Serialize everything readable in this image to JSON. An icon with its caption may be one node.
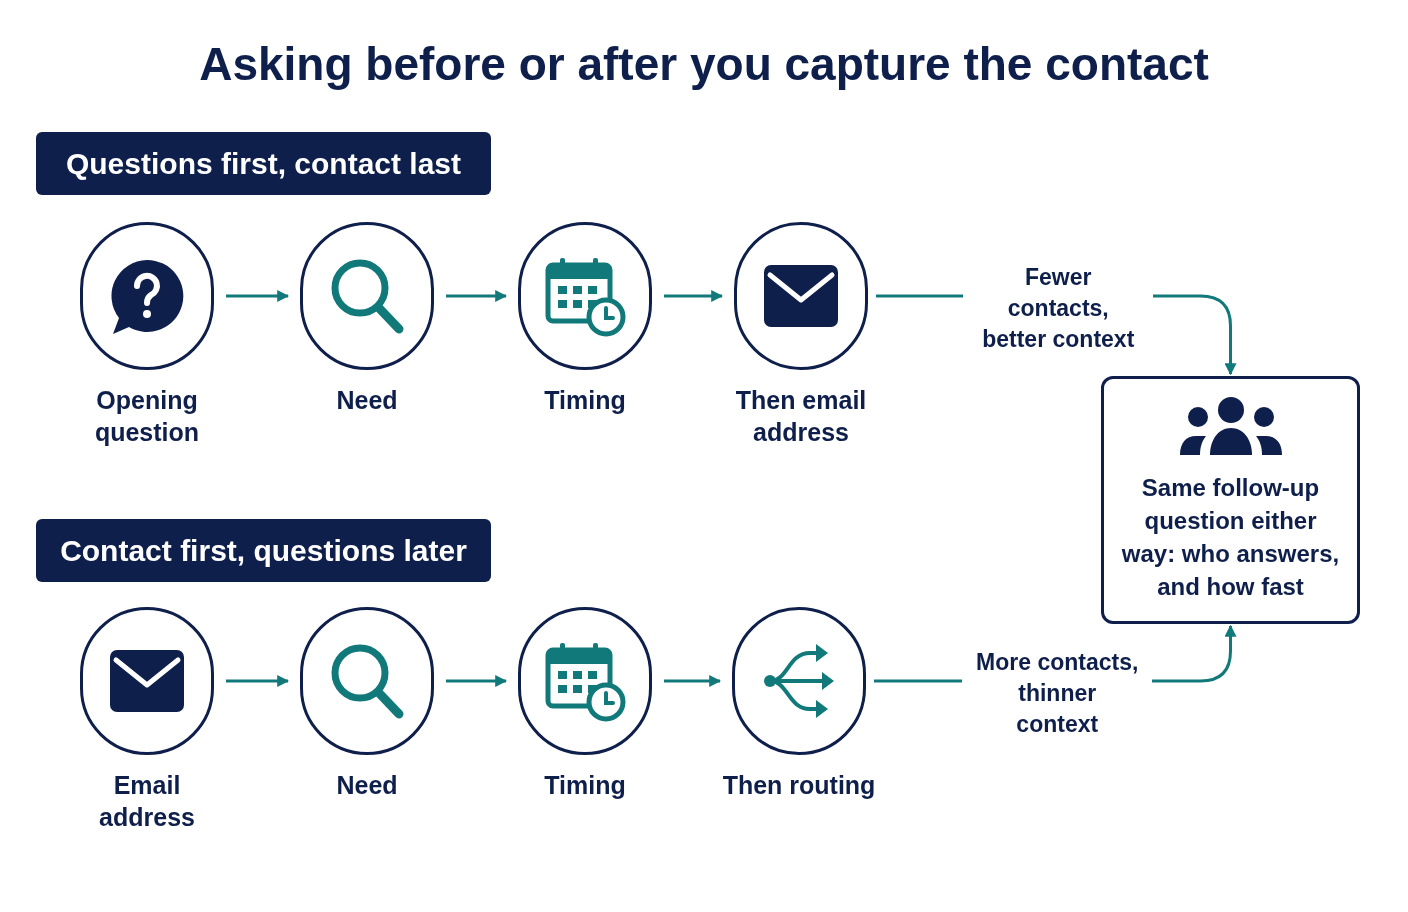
{
  "diagram": {
    "title": "Asking before or after you capture the contact",
    "nodes": [
      {
        "text": [
          "Questions first, contact last"
        ]
      },
      {
        "text": [
          "Opening question"
        ]
      },
      {
        "text": [
          "Need"
        ]
      },
      {
        "text": [
          "Timing"
        ]
      },
      {
        "text": [
          "Then email address"
        ]
      },
      {
        "text": [
          "Contact first, questions later"
        ]
      },
      {
        "text": [
          "Email address"
        ]
      },
      {
        "text": [
          "Need"
        ]
      },
      {
        "text": [
          "Timing"
        ]
      },
      {
        "text": [
          "Then routing"
        ]
      },
      {
        "text": [
          "Same follow-up question either way: who answers, and how fast"
        ]
      }
    ],
    "edges": [
      {
        "from": 1,
        "to": 2,
        "arrow": "to"
      },
      {
        "from": 2,
        "to": 3,
        "arrow": "to"
      },
      {
        "from": 3,
        "to": 4,
        "arrow": "to"
      },
      {
        "from": 6,
        "to": 7,
        "arrow": "to"
      },
      {
        "from": 7,
        "to": 8,
        "arrow": "to"
      },
      {
        "from": 8,
        "to": 9,
        "arrow": "to"
      },
      {
        "from": 4,
        "to": 10,
        "arrow": "to",
        "label": "Fewer contacts, better context"
      },
      {
        "from": 9,
        "to": 10,
        "arrow": "to",
        "label": "More contacts, thinner context"
      }
    ]
  }
}
